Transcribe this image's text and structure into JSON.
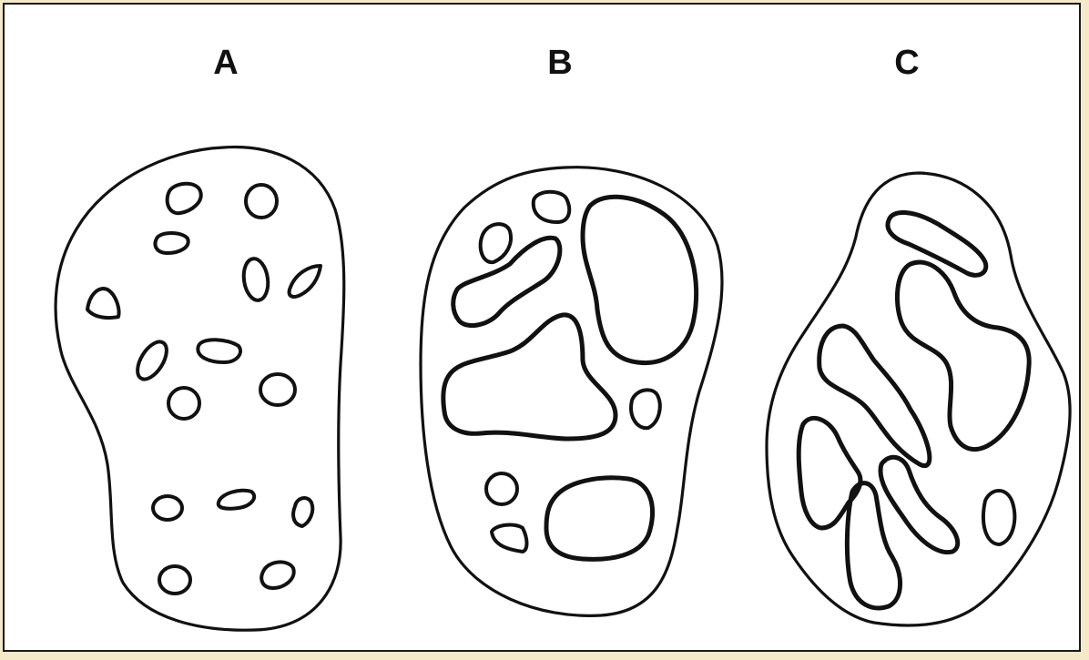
{
  "figure": {
    "labels": [
      "A",
      "B",
      "C"
    ],
    "colors": {
      "background": "#f4e9c8",
      "panel": "#ffffff",
      "stroke": "#111111"
    }
  }
}
